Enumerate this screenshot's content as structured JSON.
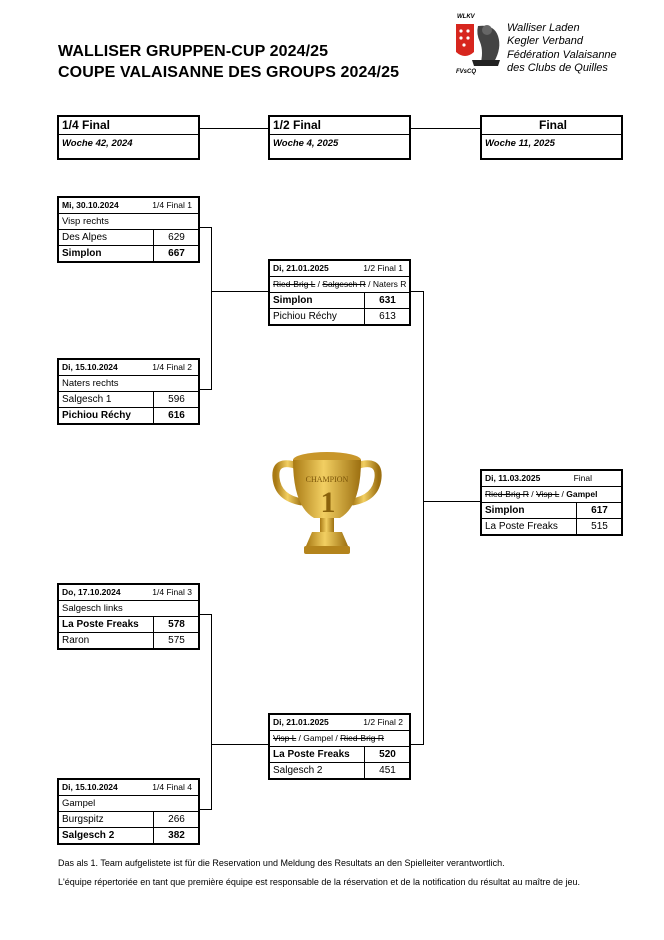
{
  "title": {
    "line1": "WALLISER GRUPPEN-CUP 2024/25",
    "line2": "COUPE VALAISANNE DES GROUPS 2024/25"
  },
  "logo": {
    "abbr_top": "WLKV",
    "abbr_bottom": "FVsCQ",
    "de_line1": "Walliser Laden",
    "de_line2": "Kegler Verband",
    "fr_line1": "Fédération Valaisanne",
    "fr_line2": "des Clubs de Quilles"
  },
  "rounds": [
    {
      "name": "1/4 Final",
      "week": "Woche 42,  2024"
    },
    {
      "name": "1/2 Final",
      "week": "Woche 4,  2025"
    },
    {
      "name": "Final",
      "week": "Woche 11,  2025"
    }
  ],
  "matches": {
    "qf1": {
      "date": "Mi, 30.10.2024",
      "stage": "1/4 Final 1",
      "venue": "Visp rechts",
      "t1": "Des Alpes",
      "s1": "629",
      "t2": "Simplon",
      "s2": "667"
    },
    "qf2": {
      "date": "Di, 15.10.2024",
      "stage": "1/4 Final 2",
      "venue": "Naters rechts",
      "t1": "Salgesch 1",
      "s1": "596",
      "t2": "Pichiou Réchy",
      "s2": "616"
    },
    "qf3": {
      "date": "Do, 17.10.2024",
      "stage": "1/4 Final 3",
      "venue": "Salgesch links",
      "t1": "La Poste Freaks",
      "s1": "578",
      "t2": "Raron",
      "s2": "575"
    },
    "qf4": {
      "date": "Di, 15.10.2024",
      "stage": "1/4 Final 4",
      "venue": "Gampel",
      "t1": "Burgspitz",
      "s1": "266",
      "t2": "Salgesch 2",
      "s2": "382"
    },
    "sf1": {
      "date": "Di, 21.01.2025",
      "stage": "1/2 Final 1",
      "v1": "Ried-Brig L",
      "sep1": " / ",
      "v2": "Salgesch R",
      "sep2": " / ",
      "v3": "Naters R",
      "t1": "Simplon",
      "s1": "631",
      "t2": "Pichiou Réchy",
      "s2": "613"
    },
    "sf2": {
      "date": "Di, 21.01.2025",
      "stage": "1/2 Final 2",
      "v1": "Visp L",
      "sep1": " / ",
      "v2": "Gampel",
      "sep2": " / ",
      "v3": "Ried-Brig R",
      "t1": "La Poste Freaks",
      "s1": "520",
      "t2": "Salgesch 2",
      "s2": "451"
    },
    "final": {
      "date": "Di, 11.03.2025",
      "stage": "Final",
      "v1": "Ried-Brig R",
      "sep1": " / ",
      "v2": "Visp L",
      "sep2": " / ",
      "v3": "Gampel",
      "t1": "Simplon",
      "s1": "617",
      "t2": "La Poste Freaks",
      "s2": "515"
    }
  },
  "trophy_text": "CHAMPION",
  "trophy_number": "1",
  "footer": {
    "de": "Das als 1. Team aufgelistete ist für die Reservation und Meldung des Resultats  an den Spielleiter verantwortlich.",
    "fr": "L'équipe répertoriée en tant que première équipe est responsable de la réservation et de la notification du résultat au maître de jeu."
  },
  "colors": {
    "trophy_gold": "#d4a531",
    "logo_red": "#d7261e"
  }
}
